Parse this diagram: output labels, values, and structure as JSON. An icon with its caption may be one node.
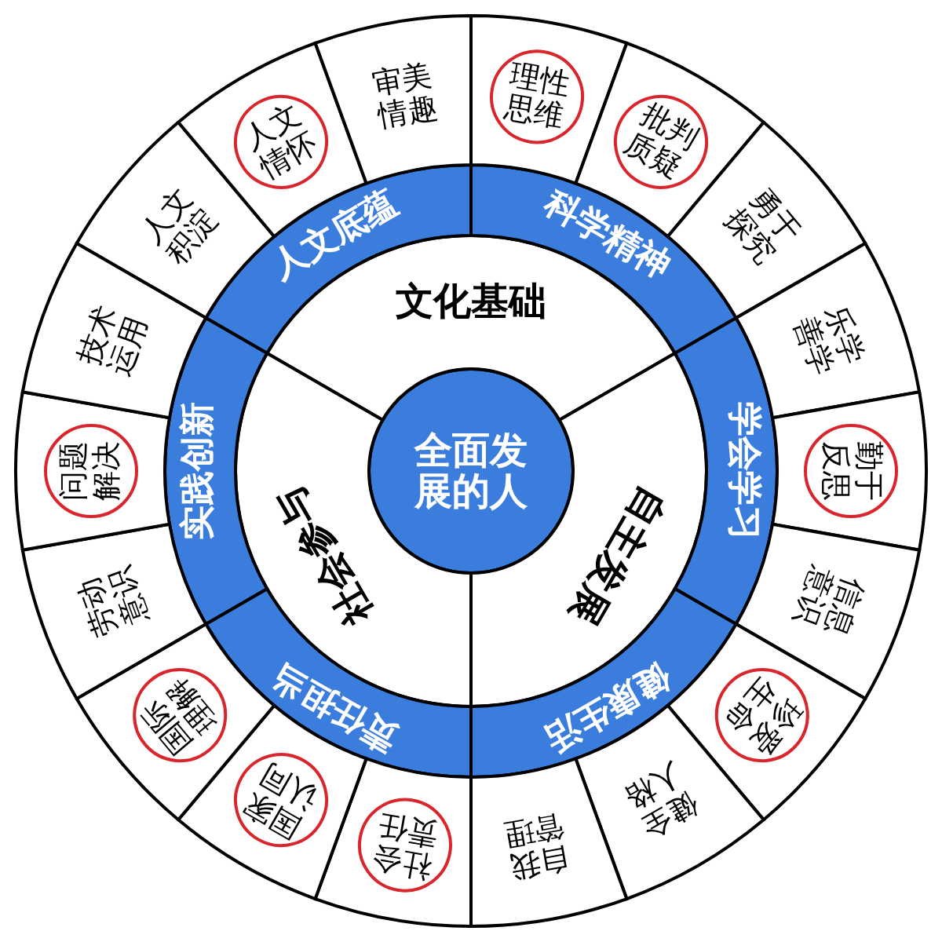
{
  "diagram": {
    "nodes": [
      {
        "text": [
          "全面发展的人"
        ]
      },
      {
        "text": [
          "文化基础"
        ]
      },
      {
        "text": [
          "自主发展"
        ]
      },
      {
        "text": [
          "社会参与"
        ]
      },
      {
        "text": [
          "人文底蕴"
        ]
      },
      {
        "text": [
          "科学精神"
        ]
      },
      {
        "text": [
          "学会学习"
        ]
      },
      {
        "text": [
          "健康生活"
        ]
      },
      {
        "text": [
          "责任担当"
        ]
      },
      {
        "text": [
          "实践创新"
        ]
      },
      {
        "text": [
          "人文积淀"
        ]
      },
      {
        "text": [
          "人文情怀"
        ]
      },
      {
        "text": [
          "审美情趣"
        ]
      },
      {
        "text": [
          "理性思维"
        ]
      },
      {
        "text": [
          "批判质疑"
        ]
      },
      {
        "text": [
          "勇于探究"
        ]
      },
      {
        "text": [
          "乐学善学"
        ]
      },
      {
        "text": [
          "勤于反思"
        ]
      },
      {
        "text": [
          "信息意识"
        ]
      },
      {
        "text": [
          "珍爱生命"
        ]
      },
      {
        "text": [
          "健全人格"
        ]
      },
      {
        "text": [
          "自我管理"
        ]
      },
      {
        "text": [
          "社会责任"
        ]
      },
      {
        "text": [
          "国家认同"
        ]
      },
      {
        "text": [
          "国际理解"
        ]
      },
      {
        "text": [
          "劳动意识"
        ]
      },
      {
        "text": [
          "问题解决"
        ]
      },
      {
        "text": [
          "技术运用"
        ]
      }
    ]
  }
}
